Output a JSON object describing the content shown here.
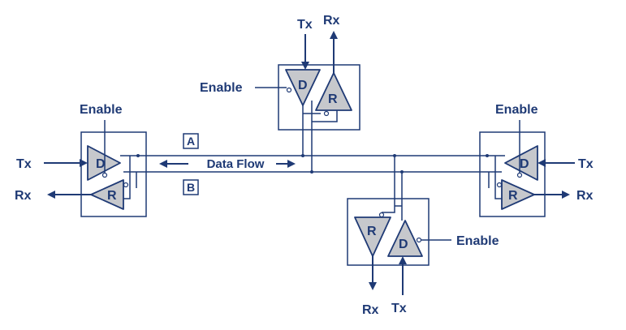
{
  "labels": {
    "tx": "Tx",
    "rx": "Rx",
    "enable": "Enable",
    "driver": "D",
    "receiver": "R",
    "line_a": "A",
    "line_b": "B",
    "data_flow": "Data Flow"
  },
  "colors": {
    "line": "#1f3a75",
    "triangle_fill": "#c6c8cc",
    "background": "#ffffff"
  }
}
